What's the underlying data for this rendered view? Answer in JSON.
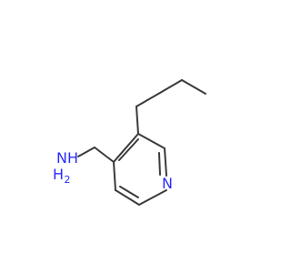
{
  "molecule": {
    "atoms": {
      "ring_nitrogen": "N",
      "amine_nh": "NH",
      "amine_sub": "2",
      "amine_h": "H"
    },
    "colors": {
      "bond": "#3a3a3a",
      "nitrogen": "#2b2bff",
      "background": "#ffffff"
    }
  }
}
